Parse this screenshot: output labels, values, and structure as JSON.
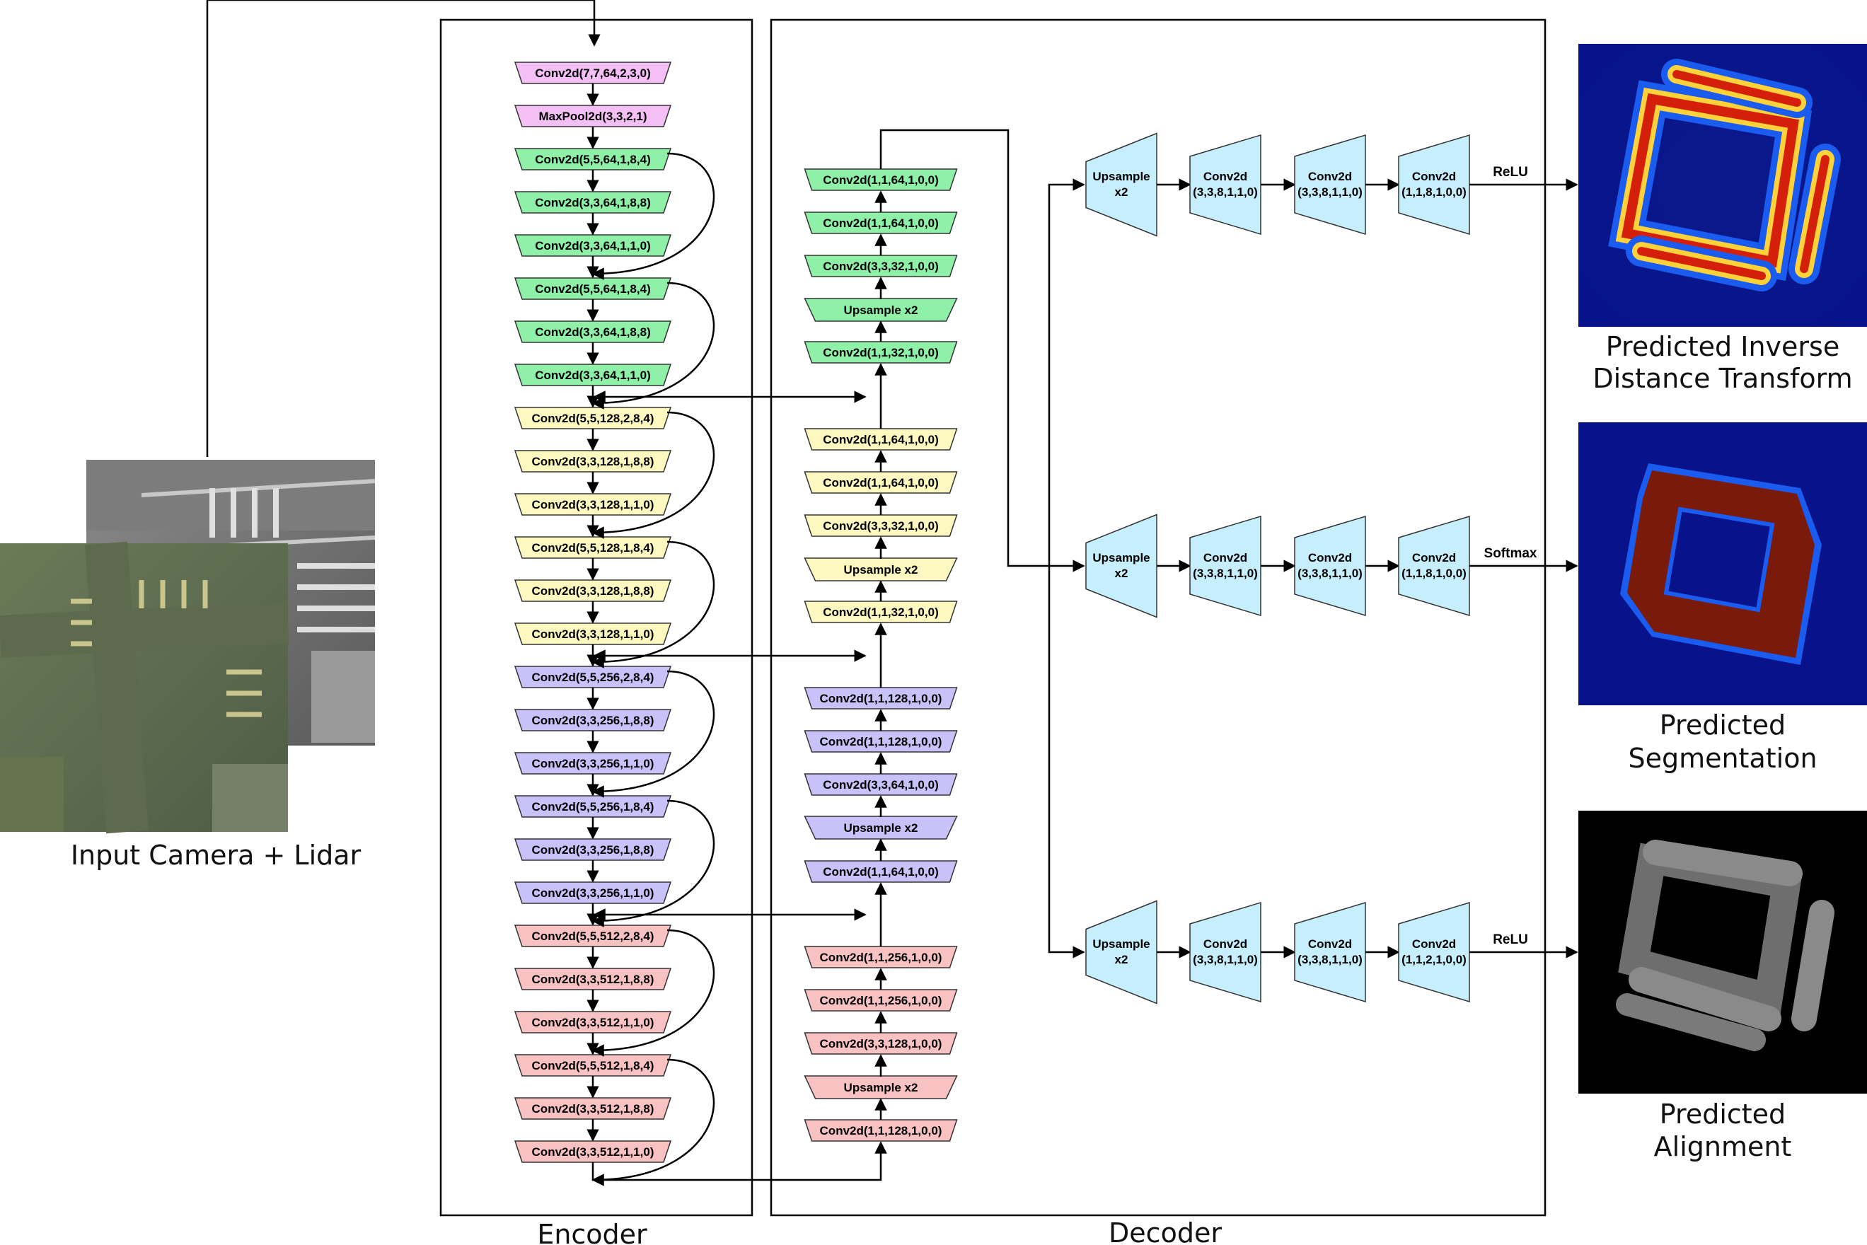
{
  "colors": {
    "pink": "#f4bff4",
    "green": "#8ff0a8",
    "yellow": "#fdf8c0",
    "purple": "#c8c2f8",
    "red": "#f8c2c2",
    "cyan": "#c6eefc"
  },
  "encoder": {
    "title": "Encoder",
    "layers": [
      {
        "label": "Conv2d(7,7,64,2,3,0)",
        "color": "pink"
      },
      {
        "label": "MaxPool2d(3,3,2,1)",
        "color": "pink"
      },
      {
        "label": "Conv2d(5,5,64,1,8,4)",
        "color": "green"
      },
      {
        "label": "Conv2d(3,3,64,1,8,8)",
        "color": "green"
      },
      {
        "label": "Conv2d(3,3,64,1,1,0)",
        "color": "green"
      },
      {
        "label": "Conv2d(5,5,64,1,8,4)",
        "color": "green"
      },
      {
        "label": "Conv2d(3,3,64,1,8,8)",
        "color": "green"
      },
      {
        "label": "Conv2d(3,3,64,1,1,0)",
        "color": "green"
      },
      {
        "label": "Conv2d(5,5,128,2,8,4)",
        "color": "yellow"
      },
      {
        "label": "Conv2d(3,3,128,1,8,8)",
        "color": "yellow"
      },
      {
        "label": "Conv2d(3,3,128,1,1,0)",
        "color": "yellow"
      },
      {
        "label": "Conv2d(5,5,128,1,8,4)",
        "color": "yellow"
      },
      {
        "label": "Conv2d(3,3,128,1,8,8)",
        "color": "yellow"
      },
      {
        "label": "Conv2d(3,3,128,1,1,0)",
        "color": "yellow"
      },
      {
        "label": "Conv2d(5,5,256,2,8,4)",
        "color": "purple"
      },
      {
        "label": "Conv2d(3,3,256,1,8,8)",
        "color": "purple"
      },
      {
        "label": "Conv2d(3,3,256,1,1,0)",
        "color": "purple"
      },
      {
        "label": "Conv2d(5,5,256,1,8,4)",
        "color": "purple"
      },
      {
        "label": "Conv2d(3,3,256,1,8,8)",
        "color": "purple"
      },
      {
        "label": "Conv2d(3,3,256,1,1,0)",
        "color": "purple"
      },
      {
        "label": "Conv2d(5,5,512,2,8,4)",
        "color": "red"
      },
      {
        "label": "Conv2d(3,3,512,1,8,8)",
        "color": "red"
      },
      {
        "label": "Conv2d(3,3,512,1,1,0)",
        "color": "red"
      },
      {
        "label": "Conv2d(5,5,512,1,8,4)",
        "color": "red"
      },
      {
        "label": "Conv2d(3,3,512,1,8,8)",
        "color": "red"
      },
      {
        "label": "Conv2d(3,3,512,1,1,0)",
        "color": "red"
      }
    ]
  },
  "decoder": {
    "title": "Decoder",
    "layers": [
      {
        "label": "Conv2d(1,1,64,1,0,0)",
        "color": "green"
      },
      {
        "label": "Conv2d(1,1,64,1,0,0)",
        "color": "green"
      },
      {
        "label": "Conv2d(3,3,32,1,0,0)",
        "color": "green"
      },
      {
        "label": "Upsample x2",
        "color": "green"
      },
      {
        "label": "Conv2d(1,1,32,1,0,0)",
        "color": "green"
      },
      {
        "label": "Conv2d(1,1,64,1,0,0)",
        "color": "yellow"
      },
      {
        "label": "Conv2d(1,1,64,1,0,0)",
        "color": "yellow"
      },
      {
        "label": "Conv2d(3,3,32,1,0,0)",
        "color": "yellow"
      },
      {
        "label": "Upsample x2",
        "color": "yellow"
      },
      {
        "label": "Conv2d(1,1,32,1,0,0)",
        "color": "yellow"
      },
      {
        "label": "Conv2d(1,1,128,1,0,0)",
        "color": "purple"
      },
      {
        "label": "Conv2d(1,1,128,1,0,0)",
        "color": "purple"
      },
      {
        "label": "Conv2d(3,3,64,1,0,0)",
        "color": "purple"
      },
      {
        "label": "Upsample x2",
        "color": "purple"
      },
      {
        "label": "Conv2d(1,1,64,1,0,0)",
        "color": "purple"
      },
      {
        "label": "Conv2d(1,1,256,1,0,0)",
        "color": "red"
      },
      {
        "label": "Conv2d(1,1,256,1,0,0)",
        "color": "red"
      },
      {
        "label": "Conv2d(3,3,128,1,0,0)",
        "color": "red"
      },
      {
        "label": "Upsample x2",
        "color": "red"
      },
      {
        "label": "Conv2d(1,1,128,1,0,0)",
        "color": "red"
      }
    ]
  },
  "heads": [
    {
      "blocks": [
        {
          "line1": "Upsample",
          "line2": "x2"
        },
        {
          "line1": "Conv2d",
          "line2": "(3,3,8,1,1,0)"
        },
        {
          "line1": "Conv2d",
          "line2": "(3,3,8,1,1,0)"
        },
        {
          "line1": "Conv2d",
          "line2": "(1,1,8,1,0,0)"
        }
      ],
      "activation": "ReLU",
      "caption_line1": "Predicted Inverse",
      "caption_line2": "Distance Transform"
    },
    {
      "blocks": [
        {
          "line1": "Upsample",
          "line2": "x2"
        },
        {
          "line1": "Conv2d",
          "line2": "(3,3,8,1,1,0)"
        },
        {
          "line1": "Conv2d",
          "line2": "(3,3,8,1,1,0)"
        },
        {
          "line1": "Conv2d",
          "line2": "(1,1,8,1,0,0)"
        }
      ],
      "activation": "Softmax",
      "caption_line1": "Predicted",
      "caption_line2": "Segmentation"
    },
    {
      "blocks": [
        {
          "line1": "Upsample",
          "line2": "x2"
        },
        {
          "line1": "Conv2d",
          "line2": "(3,3,8,1,1,0)"
        },
        {
          "line1": "Conv2d",
          "line2": "(3,3,8,1,1,0)"
        },
        {
          "line1": "Conv2d",
          "line2": "(1,1,2,1,0,0)"
        }
      ],
      "activation": "ReLU",
      "caption_line1": "Predicted",
      "caption_line2": "Alignment"
    }
  ],
  "input": {
    "caption": "Input Camera + Lidar"
  }
}
